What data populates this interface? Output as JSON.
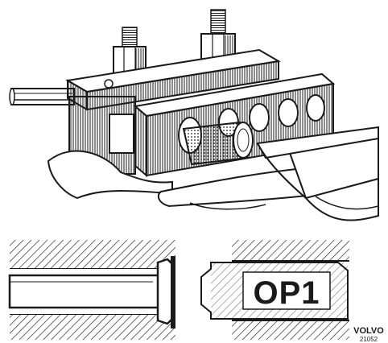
{
  "figure": {
    "stamp_label": "OP1",
    "brand": "VOLVO",
    "figure_number": "21052",
    "ink_color": "#1a1a1a",
    "paper_color": "#ffffff"
  }
}
